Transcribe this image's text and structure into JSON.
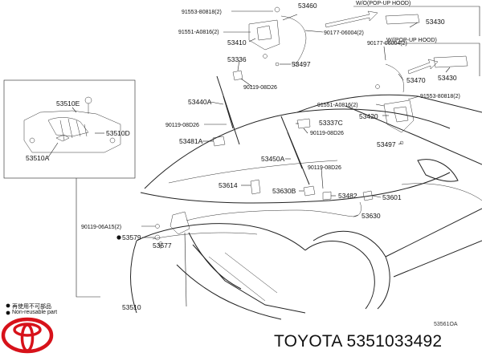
{
  "callouts": [
    {
      "id": "p53460",
      "text": "53460"
    },
    {
      "id": "p91553_top",
      "text": "91553-80818(2)"
    },
    {
      "id": "p91551_top",
      "text": "91551-A0816(2)"
    },
    {
      "id": "p53410",
      "text": "53410"
    },
    {
      "id": "p90177_top",
      "text": "90177-06004(2)"
    },
    {
      "id": "p53497_top",
      "text": "53497"
    },
    {
      "id": "p53336",
      "text": "53336"
    },
    {
      "id": "p90119_08d26_a",
      "text": "90119-08D26"
    },
    {
      "id": "p53440a",
      "text": "53440A"
    },
    {
      "id": "p90119_08d26_b",
      "text": "90119-08D26"
    },
    {
      "id": "p53481a",
      "text": "53481A"
    },
    {
      "id": "p53337c",
      "text": "53337C"
    },
    {
      "id": "p90119_08d26_c",
      "text": "90119-08D26"
    },
    {
      "id": "p53450a",
      "text": "53450A"
    },
    {
      "id": "p90119_08d26_d",
      "text": "90119-08D26"
    },
    {
      "id": "p53614",
      "text": "53614"
    },
    {
      "id": "p53630b",
      "text": "53630B"
    },
    {
      "id": "p53482",
      "text": "53482"
    },
    {
      "id": "p53601",
      "text": "53601"
    },
    {
      "id": "p53630",
      "text": "53630"
    },
    {
      "id": "p90119_06a15",
      "text": "90119-06A15(2)"
    },
    {
      "id": "p53579",
      "text": "53579"
    },
    {
      "id": "p53577",
      "text": "53577"
    },
    {
      "id": "p53510",
      "text": "53510"
    },
    {
      "id": "p53510e",
      "text": "53510E"
    },
    {
      "id": "p53510d",
      "text": "53510D"
    },
    {
      "id": "p53510a",
      "text": "53510A"
    },
    {
      "id": "p53430_top",
      "text": "53430"
    },
    {
      "id": "p90177_right",
      "text": "90177-06004(2)"
    },
    {
      "id": "p53470",
      "text": "53470"
    },
    {
      "id": "p53430_right",
      "text": "53430"
    },
    {
      "id": "p91551_right",
      "text": "91551-A0816(2)"
    },
    {
      "id": "p91553_right",
      "text": "91553-80818(2)"
    },
    {
      "id": "p53420",
      "text": "53420"
    },
    {
      "id": "p53497_right",
      "text": "53497"
    }
  ],
  "popup_labels": {
    "top": "W/O(POP-UP HOOD)",
    "right": "W/(POP-UP HOOD)"
  },
  "legend": {
    "item1": "再使用不可部品",
    "item2": "Non-reusable part"
  },
  "diagram_code": "53561OA",
  "brand_text": "TOYOTA 5351033492"
}
